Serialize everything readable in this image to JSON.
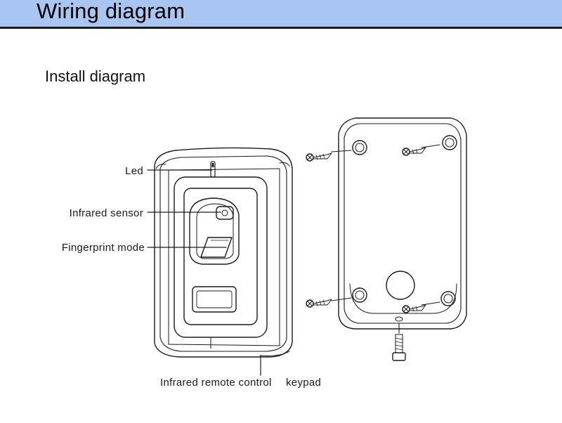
{
  "header": {
    "title": "Wiring diagram",
    "accent_color": "#a9c6f2"
  },
  "section": {
    "title": "Install diagram"
  },
  "callouts": {
    "led": "Led",
    "infrared_sensor": "Infrared sensor",
    "fingerprint_mode": "Fingerprint mode",
    "remote": "Infrared remote control",
    "keypad": "keypad"
  },
  "icons": [
    "screw-icon",
    "mounting-hole-icon",
    "bolt-icon"
  ]
}
